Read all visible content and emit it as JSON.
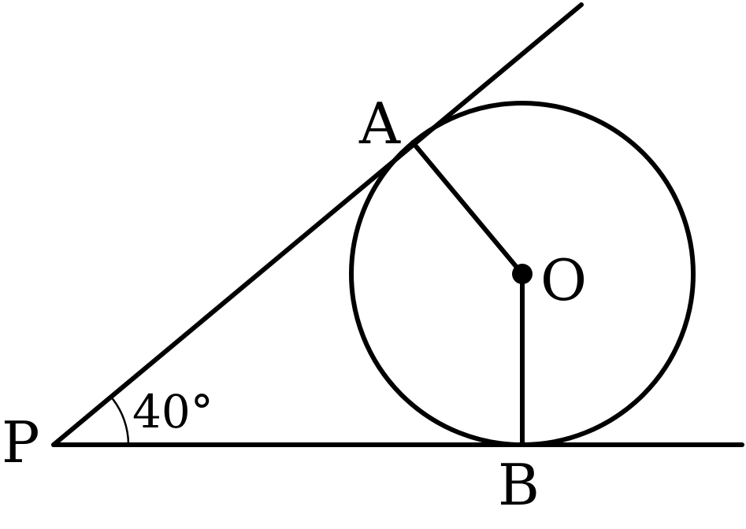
{
  "points": {
    "A": "A",
    "O": "O",
    "P": "P",
    "B": "B"
  },
  "angle_label": "40°"
}
